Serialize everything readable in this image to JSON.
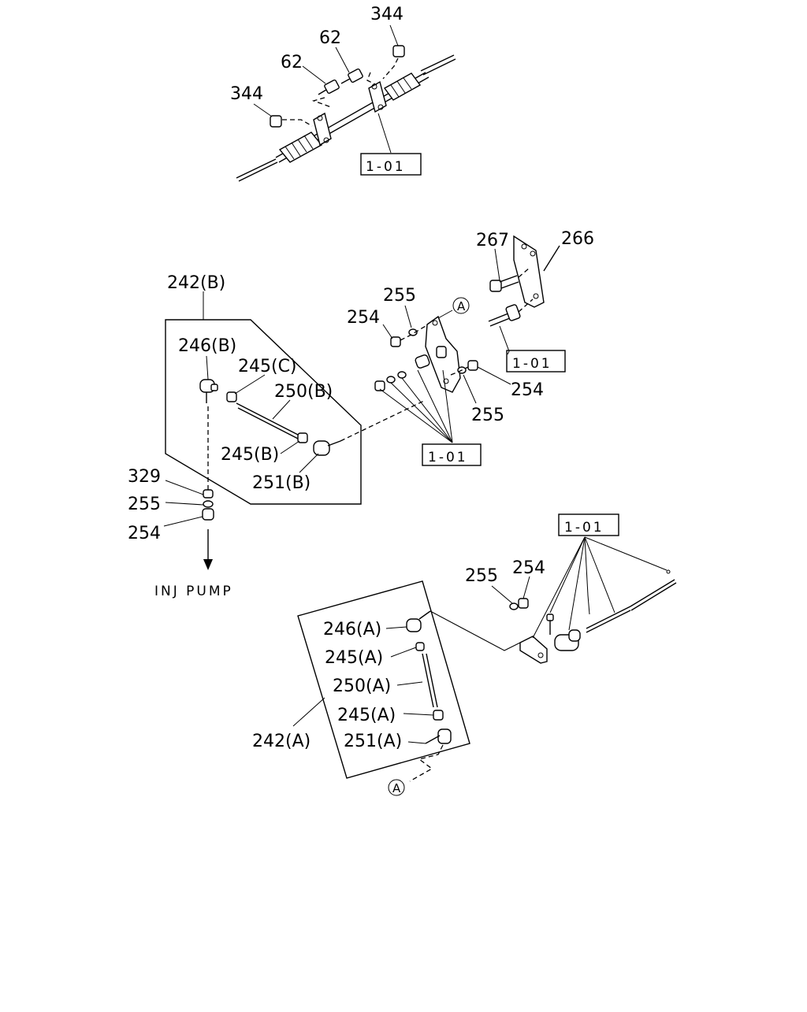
{
  "labels": {
    "top_344_a": "344",
    "top_62_a": "62",
    "top_62_b": "62",
    "top_344_b": "344",
    "top_ref": "1-01",
    "l267": "267",
    "l266": "266",
    "l242b": "242(B)",
    "l255_mid": "255",
    "l254_mid": "254",
    "circle_a_top": "A",
    "ref_mid_right": "1-01",
    "l246b": "246(B)",
    "l245c": "245(C)",
    "l250b": "250(B)",
    "l254_right": "254",
    "l255_right": "255",
    "l245b": "245(B)",
    "l251b": "251(B)",
    "ref_mid_center": "1-01",
    "l329": "329",
    "l255_left": "255",
    "l254_left": "254",
    "inj_pump": "INJ PUMP",
    "ref_lower": "1-01",
    "l255_low": "255",
    "l254_low": "254",
    "l246a": "246(A)",
    "l245a_1": "245(A)",
    "l250a": "250(A)",
    "l245a_2": "245(A)",
    "l242a": "242(A)",
    "l251a": "251(A)",
    "circle_a_bottom": "A"
  }
}
